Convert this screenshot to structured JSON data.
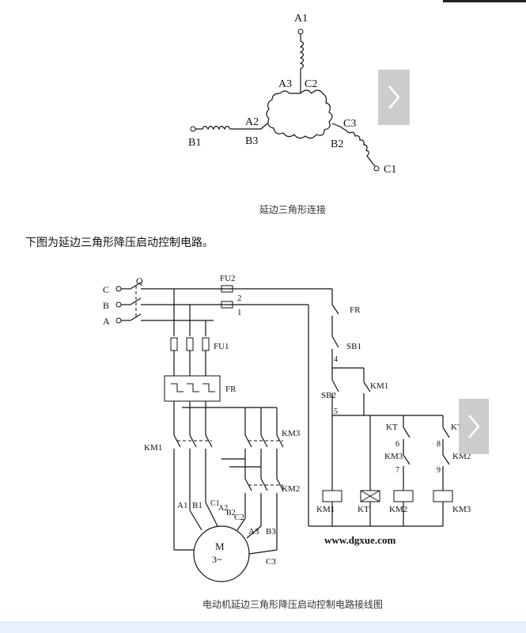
{
  "top_diagram": {
    "terminals": {
      "a1": "A1",
      "a2": "A2",
      "a3": "A3",
      "b1": "B1",
      "b2": "B2",
      "b3": "B3",
      "c1": "C1",
      "c2": "C2",
      "c3": "C3"
    },
    "caption": "延边三角形连接"
  },
  "intro_text": "下图为延边三角形降压启动控制电路。",
  "circuit": {
    "phases": {
      "c": "C",
      "b": "B",
      "a": "A"
    },
    "switch_q": "Q",
    "fuse_fu2": "FU2",
    "fuse_fu1": "FU1",
    "thermal_relay": "FR",
    "fr_contact": "FR",
    "sb1": "SB1",
    "sb2": "SB2",
    "km1_contact": "KM1",
    "km1_main": "KM1",
    "km3_main": "KM3",
    "km2_main": "KM2",
    "kt_nc": "KT",
    "kt_no": "KT",
    "km3_nc": "KM3",
    "km2_nc": "KM2",
    "nodes": {
      "n1": "1",
      "n2": "2",
      "n4": "4",
      "n5": "5",
      "n6": "6",
      "n7": "7",
      "n8": "8",
      "n9": "9"
    },
    "coils": {
      "km1": "KM1",
      "kt": "KT",
      "km2": "KM2",
      "km3": "KM3"
    },
    "motor_label": "M",
    "motor_phase": "3~",
    "motor_terms": {
      "a1": "A1",
      "b1": "B1",
      "c1": "C1",
      "a2": "A2",
      "b2": "B2",
      "c2": "C2",
      "a3": "A3",
      "b3": "B3",
      "c3": "C3"
    },
    "watermark": "www.dgxue.com"
  },
  "caption": "电动机延边三角形降压启动控制电路接线图",
  "nav": {
    "next_icon": "chevron-right-icon"
  }
}
